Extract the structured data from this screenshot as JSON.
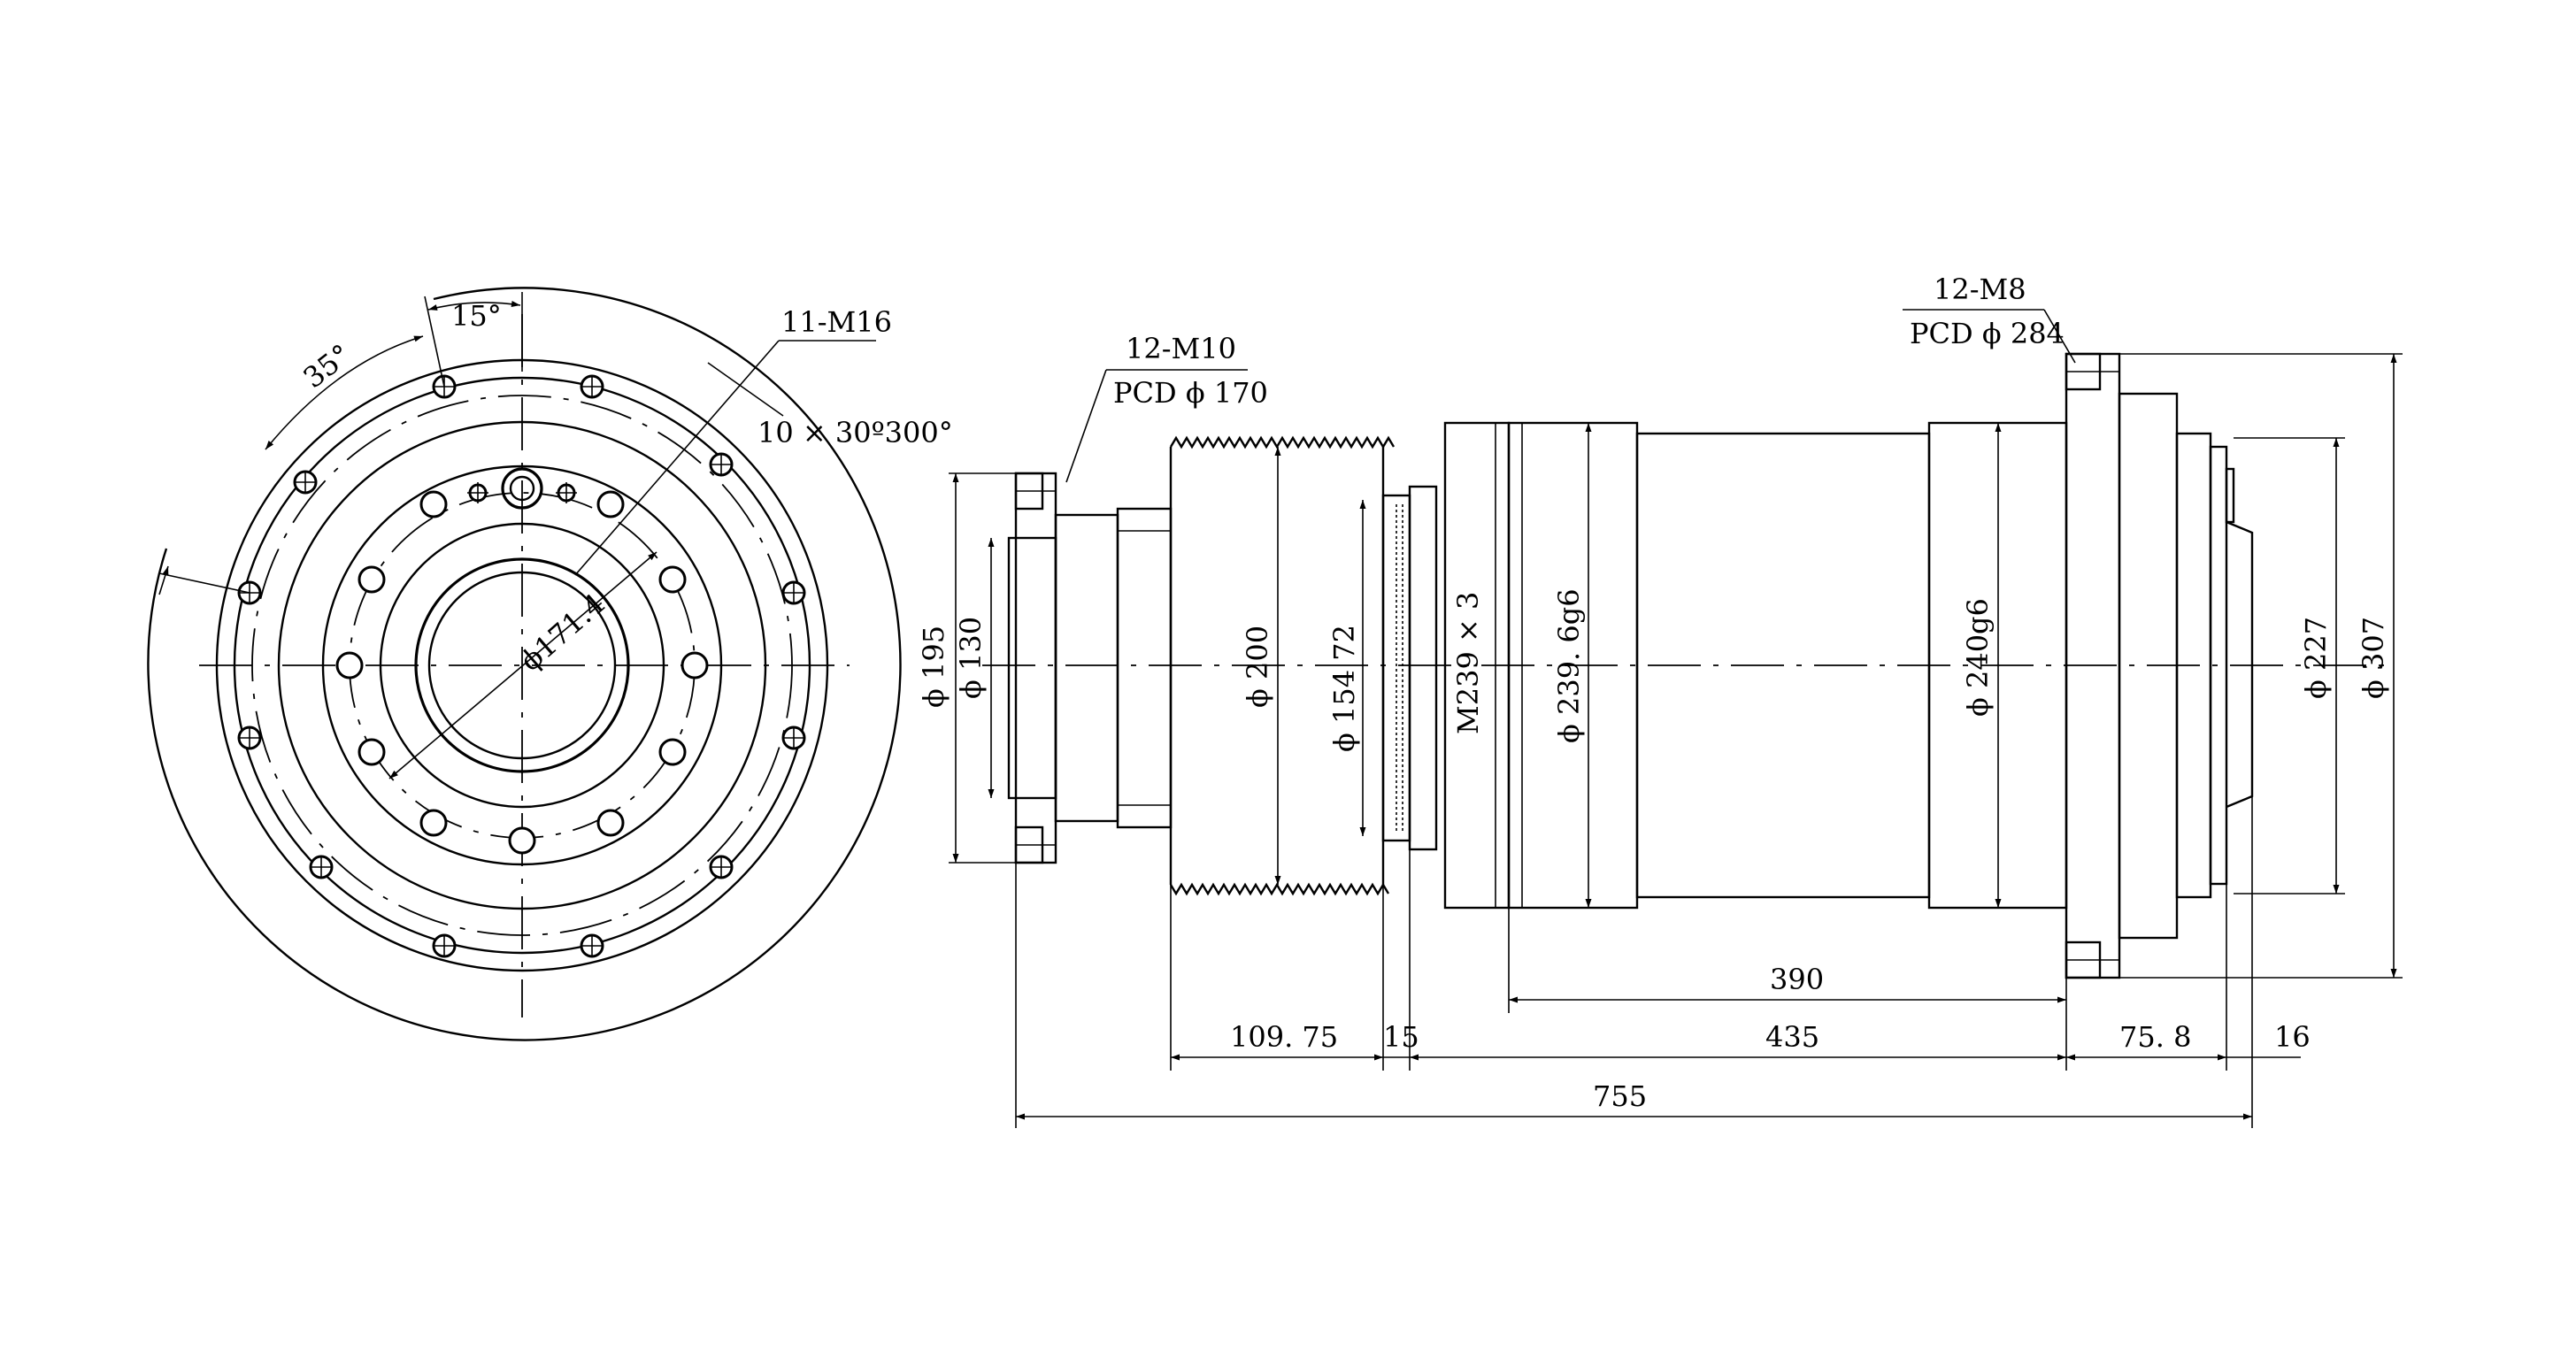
{
  "front_view": {
    "callout_m16": "11-M16",
    "callout_pattern": "10 × 30º300°",
    "angle_15": "15°",
    "angle_35": "35°",
    "dia_171": "ϕ171.4"
  },
  "side_view": {
    "callout_m10": "12-M10",
    "callout_pcd170": "PCD ϕ 170",
    "callout_m8": "12-M8",
    "callout_pcd284": "PCD ϕ 284",
    "dia_195": "ϕ 195",
    "dia_130": "ϕ 130",
    "dia_200": "ϕ 200",
    "dia_154": "ϕ 154 72",
    "thread_m239": "M239 × 3",
    "dia_2396": "ϕ 239. 6g6",
    "dia_240": "ϕ 240g6",
    "dia_227": "ϕ 227",
    "dia_307": "ϕ 307",
    "len_390": "390",
    "len_10975": "109. 75",
    "len_15": "15",
    "len_435": "435",
    "len_758": "75. 8",
    "len_16": "16",
    "len_755": "755"
  }
}
